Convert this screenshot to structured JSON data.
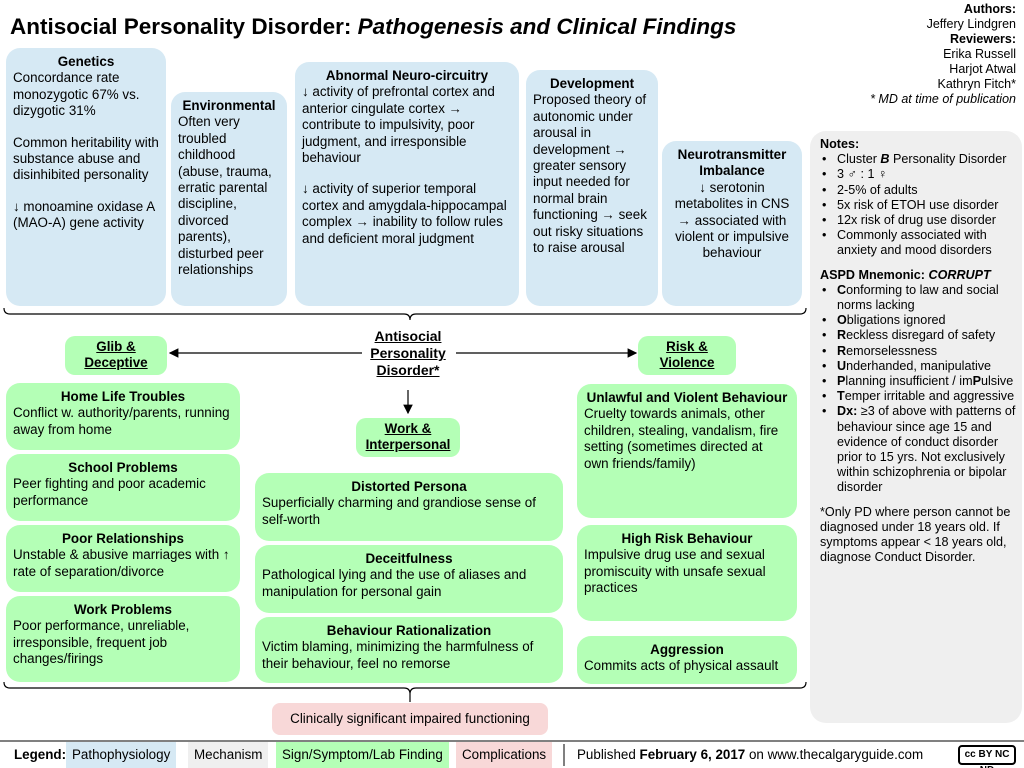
{
  "title": {
    "main": "Antisocial Personality Disorder: ",
    "italic": "Pathogenesis and Clinical Findings"
  },
  "credits": {
    "authors_label": "Authors:",
    "authors": [
      "Jeffery Lindgren"
    ],
    "reviewers_label": "Reviewers:",
    "reviewers": [
      "Erika Russell",
      "Harjot Atwal",
      "Kathryn Fitch*"
    ],
    "note": "* MD at time of publication"
  },
  "pathophysiology": {
    "genetics": {
      "heading": "Genetics",
      "lines": [
        "Concordance rate monozygotic 67% vs. dizygotic 31%",
        "Common heritability with substance abuse and disinhibited personality",
        "↓ monoamine oxidase A (MAO-A) gene activity"
      ]
    },
    "environmental": {
      "heading": "Environmental",
      "text": "Often very troubled childhood (abuse, trauma, erratic parental discipline, divorced parents), disturbed peer relationships"
    },
    "neurocircuitry": {
      "heading": "Abnormal Neuro-circuitry",
      "lines": [
        "↓ activity of prefrontal cortex and anterior cingulate cortex → contribute to impulsivity, poor judgment, and irresponsible behaviour",
        "↓ activity of superior temporal cortex and amygdala-hippocampal complex → inability to follow rules and deficient moral judgment"
      ]
    },
    "development": {
      "heading": "Development",
      "text": "Proposed theory of autonomic under arousal in development → greater sensory input needed for normal brain functioning → seek out risky situations to raise arousal"
    },
    "neurotransmitter": {
      "heading": "Neurotransmitter Imbalance",
      "text": "↓ serotonin metabolites in CNS → associated with violent or impulsive behaviour"
    }
  },
  "hub": {
    "label": "Antisocial Personality Disorder*"
  },
  "branches": {
    "glib": "Glib & Deceptive",
    "work": "Work & Interpersonal",
    "risk": "Risk & Violence"
  },
  "glib_findings": [
    {
      "heading": "Home Life Troubles",
      "text": "Conflict w. authority/parents, running away from home"
    },
    {
      "heading": "School Problems",
      "text": "Peer fighting and poor academic performance"
    },
    {
      "heading": "Poor Relationships",
      "text": "Unstable & abusive marriages with ↑ rate of separation/divorce"
    },
    {
      "heading": "Work Problems",
      "text": "Poor performance, unreliable, irresponsible, frequent job changes/firings"
    }
  ],
  "work_findings": [
    {
      "heading": "Distorted Persona",
      "text": "Superficially charming and grandiose sense of self-worth"
    },
    {
      "heading": "Deceitfulness",
      "text": "Pathological lying and the use of aliases and manipulation for personal gain"
    },
    {
      "heading": "Behaviour Rationalization",
      "text": "Victim blaming, minimizing the harmfulness of their behaviour, feel no remorse"
    }
  ],
  "risk_findings": [
    {
      "heading": "Unlawful and Violent Behaviour",
      "text": "Cruelty towards animals, other children, stealing, vandalism, fire setting (sometimes directed at own friends/family)"
    },
    {
      "heading": "High Risk Behaviour",
      "text": "Impulsive drug use and sexual promiscuity with unsafe sexual practices"
    },
    {
      "heading": "Aggression",
      "text": "Commits acts of physical assault"
    }
  ],
  "complication": "Clinically significant impaired functioning",
  "notes": {
    "heading": "Notes:",
    "items": [
      "Cluster B Personality Disorder",
      "3 ♂ : 1 ♀",
      "2-5% of adults",
      "5x risk of ETOH use disorder",
      "12x risk of drug use disorder",
      "Commonly associated with anxiety and mood disorders"
    ],
    "mnemonic_heading": "ASPD Mnemonic: ",
    "mnemonic_word": "CORRUPT",
    "mnemonic": [
      {
        "letter": "C",
        "rest": "onforming to law and social norms lacking"
      },
      {
        "letter": "O",
        "rest": "bligations ignored"
      },
      {
        "letter": "R",
        "rest": "eckless disregard of safety"
      },
      {
        "letter": "R",
        "rest": "emorselessness"
      },
      {
        "letter": "U",
        "rest": "nderhanded, manipulative"
      },
      {
        "letter": "P",
        "rest": "lanning insufficient / im"
      },
      {
        "letter": "T",
        "rest": "emper irritable and aggressive"
      }
    ],
    "planning_tail_bold": "P",
    "planning_tail": "ulsive",
    "dx_label": "Dx:",
    "dx_text": " ≥3 of above with patterns of behaviour since age 15 and evidence of conduct disorder prior to 15 yrs. Not exclusively within schizophrenia or bipolar disorder",
    "footnote": "*Only PD where person cannot be diagnosed under 18 years old. If symptoms appear < 18 years old, diagnose Conduct Disorder."
  },
  "legend": {
    "label": "Legend:",
    "items": [
      {
        "label": "Pathophysiology",
        "color": "#d6e9f4"
      },
      {
        "label": "Mechanism",
        "color": "#efefef"
      },
      {
        "label": "Sign/Symptom/Lab Finding",
        "color": "#b4ffb6"
      },
      {
        "label": "Complications",
        "color": "#f8d8d8"
      }
    ]
  },
  "published": {
    "prefix": "Published ",
    "date": "February 6, 2017",
    "suffix": " on www.thecalgaryguide.com"
  },
  "license": "cc BY NC ND"
}
